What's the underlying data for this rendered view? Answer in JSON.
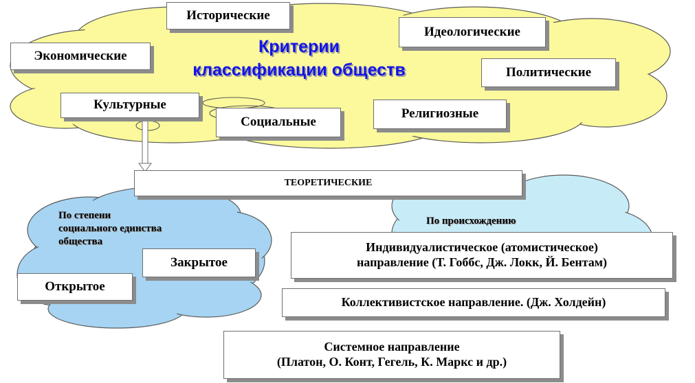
{
  "diagram": {
    "title_line1": "Критерии",
    "title_line2": "классификации обществ",
    "criteria": {
      "historical": "Исторические",
      "ideological": "Идеологические",
      "economic": "Экономические",
      "political": "Политические",
      "cultural": "Культурные",
      "social": "Социальные",
      "religious": "Религиозные"
    },
    "theoretical": "ТЕОРЕТИЧЕСКИЕ",
    "unity_group": {
      "label_line1": "По степени",
      "label_line2": "социального единства",
      "label_line3": "общества",
      "closed": "Закрытое",
      "open": "Открытое"
    },
    "origin_group": {
      "label": "По происхождению",
      "individualistic_line1": "Индивидуалистическое (атомистическое)",
      "individualistic_line2": "направление (Т. Гоббс, Дж. Локк, Й. Бентам)",
      "collectivist": "Коллективистское направление. (Дж. Холдейн)",
      "systemic_line1": "Системное направление",
      "systemic_line2": "(Платон, О. Конт, Гегель, К. Маркс и др.)"
    },
    "colors": {
      "top_cloud": "#fbf99b",
      "unity_cloud": "#a6d4f2",
      "origin_cloud": "#c7ecf8",
      "title_text": "#1414e6"
    }
  }
}
